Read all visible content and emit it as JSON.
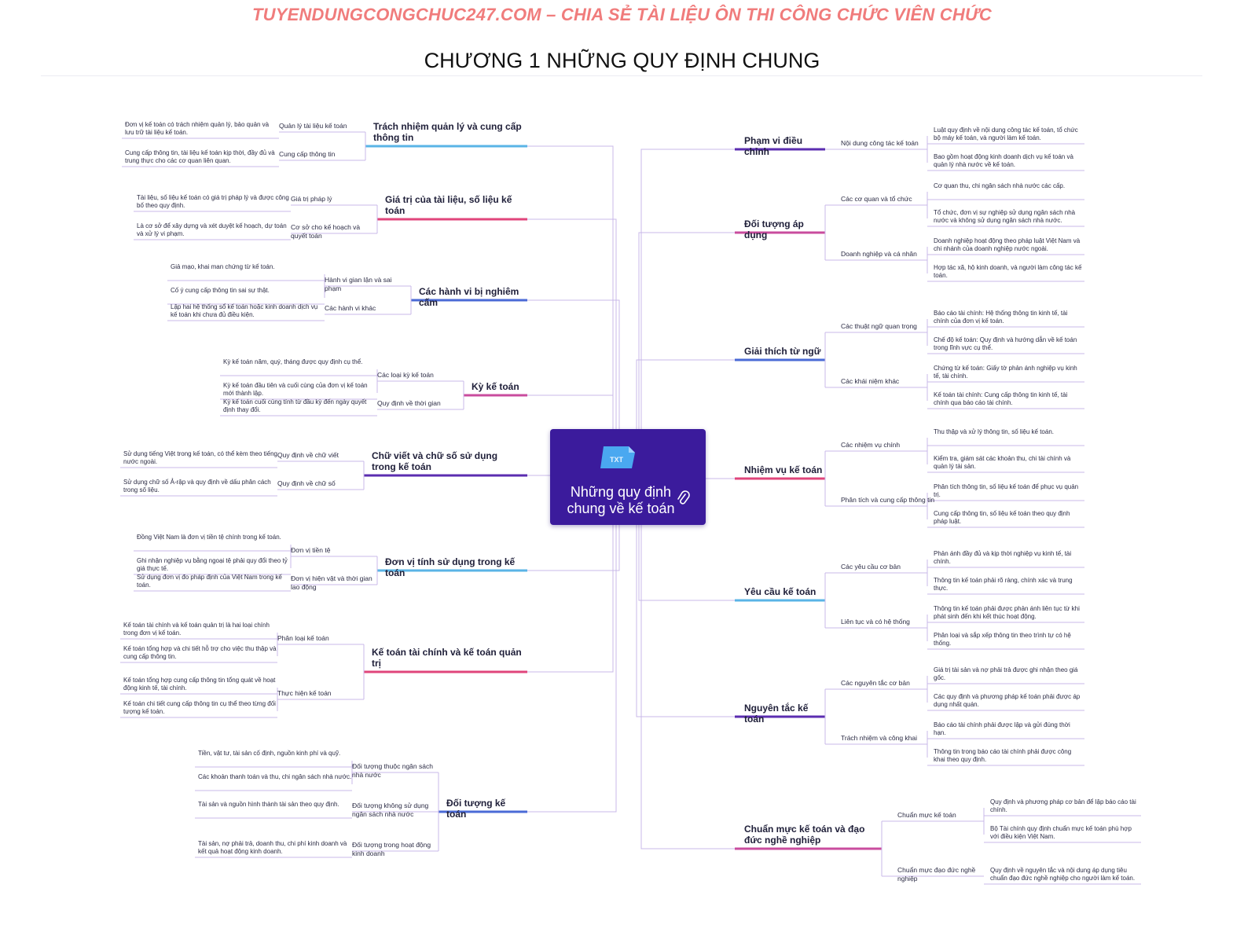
{
  "watermark": "TUYENDUNGCONGCHUC247.COM – CHIA SẺ TÀI LIỆU ÔN THI CÔNG CHỨC VIÊN CHỨC",
  "colors": {
    "watermark": "#f07c7c",
    "center_bg": "#3b1b9c",
    "line": "#c9b8e8"
  },
  "page_title": "CHƯƠNG 1 NHỮNG QUY ĐỊNH CHUNG",
  "center": {
    "label": "Những quy định chung về kế toán",
    "icon": "txt-file-icon",
    "attachment_icon": "paperclip-icon"
  },
  "left": [
    {
      "label": "Trách nhiệm quản lý và cung cấp thông tin",
      "color": "#5ab4e6",
      "subs": [
        {
          "label": "Quản lý tài liệu kế toán",
          "leaves": [
            "Đơn vị kế toán có trách nhiệm quản lý, bảo quản và lưu trữ tài liệu kế toán."
          ]
        },
        {
          "label": "Cung cấp thông tin",
          "leaves": [
            "Cung cấp thông tin, tài liệu kế toán kịp thời, đầy đủ và trung thực cho các cơ quan liên quan."
          ]
        }
      ]
    },
    {
      "label": "Giá trị của tài liệu, số liệu kế toán",
      "color": "#e0457b",
      "subs": [
        {
          "label": "Giá trị pháp lý",
          "leaves": [
            "Tài liệu, số liệu kế toán có giá trị pháp lý và được công bố theo quy định."
          ]
        },
        {
          "label": "Cơ sở cho kế hoạch và quyết toán",
          "leaves": [
            "Là cơ sở để xây dựng và xét duyệt kế hoạch, dự toán và xử lý vi phạm."
          ]
        }
      ]
    },
    {
      "label": "Các hành vi bị nghiêm cấm",
      "color": "#4a6ad6",
      "subs": [
        {
          "label": "Hành vi gian lận và sai phạm",
          "leaves": [
            "Giả mạo, khai man chứng từ kế toán.",
            "Cố ý cung cấp thông tin sai sự thật."
          ]
        },
        {
          "label": "Các hành vi khác",
          "leaves": [
            "Lập hai hệ thống sổ kế toán hoặc kinh doanh dịch vụ kế toán khi chưa đủ điều kiện."
          ]
        }
      ]
    },
    {
      "label": "Kỳ kế toán",
      "color": "#c94c9e",
      "subs": [
        {
          "label": "Các loại kỳ kế toán",
          "leaves": [
            "Kỳ kế toán năm, quý, tháng được quy định cụ thể.",
            "Kỳ kế toán đầu tiên và cuối cùng của đơn vị kế toán mới thành lập."
          ]
        },
        {
          "label": "Quy định về thời gian",
          "leaves": [
            "Kỳ kế toán cuối cùng tính từ đầu kỳ đến ngày quyết định thay đổi."
          ]
        }
      ]
    },
    {
      "label": "Chữ viết và chữ số sử dụng trong kế toán",
      "color": "#5b2db0",
      "subs": [
        {
          "label": "Quy định về chữ viết",
          "leaves": [
            "Sử dụng tiếng Việt trong kế toán, có thể kèm theo tiếng nước ngoài."
          ]
        },
        {
          "label": "Quy định về chữ số",
          "leaves": [
            "Sử dụng chữ số Ả-rập và quy định về dấu phân cách trong số liệu."
          ]
        }
      ]
    },
    {
      "label": "Đơn vị tính sử dụng trong kế toán",
      "color": "#5ab4e6",
      "subs": [
        {
          "label": "Đơn vị tiền tệ",
          "leaves": [
            "Đồng Việt Nam là đơn vị tiền tệ chính trong kế toán.",
            "Ghi nhận nghiệp vụ bằng ngoại tệ phải quy đổi theo tỷ giá thực tế."
          ]
        },
        {
          "label": "Đơn vị hiện vật và thời gian lao động",
          "leaves": [
            "Sử dụng đơn vị đo pháp định của Việt Nam trong kế toán."
          ]
        }
      ]
    },
    {
      "label": "Kế toán tài chính và kế toán quản trị",
      "color": "#e0457b",
      "subs": [
        {
          "label": "Phân loại kế toán",
          "leaves": [
            "Kế toán tài chính và kế toán quản trị là hai loại chính trong đơn vị kế toán.",
            "Kế toán tổng hợp và chi tiết hỗ trợ cho việc thu thập và cung cấp thông tin."
          ]
        },
        {
          "label": "Thực hiện kế toán",
          "leaves": [
            "Kế toán tổng hợp cung cấp thông tin tổng quát về hoạt động kinh tế, tài chính.",
            "Kế toán chi tiết cung cấp thông tin cụ thể theo từng đối tượng kế toán."
          ]
        }
      ]
    },
    {
      "label": "Đối tượng kế toán",
      "color": "#4a6ad6",
      "subs": [
        {
          "label": "Đối tượng thuộc ngân sách nhà nước",
          "leaves": [
            "Tiền, vật tư, tài sản cố định, nguồn kinh phí và quỹ.",
            "Các khoản thanh toán và thu, chi ngân sách nhà nước."
          ]
        },
        {
          "label": "Đối tượng không sử dụng ngân sách nhà nước",
          "leaves": [
            "Tài sản và nguồn hình thành tài sản theo quy định."
          ]
        },
        {
          "label": "Đối tượng trong hoạt động kinh doanh",
          "leaves": [
            "Tài sản, nợ phải trả, doanh thu, chi phí kinh doanh và kết quả hoạt động kinh doanh."
          ]
        }
      ]
    }
  ],
  "right": [
    {
      "label": "Phạm vi điều chỉnh",
      "color": "#5b2db0",
      "subs": [
        {
          "label": "Nội dung công tác kế toán",
          "leaves": [
            "Luật quy định về nội dung công tác kế toán, tổ chức bộ máy kế toán, và người làm kế toán.",
            "Bao gồm hoạt động kinh doanh dịch vụ kế toán và quản lý nhà nước về kế toán."
          ]
        }
      ]
    },
    {
      "label": "Đối tượng áp dụng",
      "color": "#c94c9e",
      "subs": [
        {
          "label": "Các cơ quan và tổ chức",
          "leaves": [
            "Cơ quan thu, chi ngân sách nhà nước các cấp.",
            "Tổ chức, đơn vị sự nghiệp sử dụng ngân sách nhà nước và không sử dụng ngân sách nhà nước."
          ]
        },
        {
          "label": "Doanh nghiệp và cá nhân",
          "leaves": [
            "Doanh nghiệp hoạt động theo pháp luật Việt Nam và chi nhánh của doanh nghiệp nước ngoài.",
            "Hợp tác xã, hộ kinh doanh, và người làm công tác kế toán."
          ]
        }
      ]
    },
    {
      "label": "Giải thích từ ngữ",
      "color": "#4a6ad6",
      "subs": [
        {
          "label": "Các thuật ngữ quan trọng",
          "leaves": [
            "Báo cáo tài chính: Hệ thống thông tin kinh tế, tài chính của đơn vị kế toán.",
            "Chế độ kế toán: Quy định và hướng dẫn về kế toán trong lĩnh vực cụ thể."
          ]
        },
        {
          "label": "Các khái niệm khác",
          "leaves": [
            "Chứng từ kế toán: Giấy tờ phản ánh nghiệp vụ kinh tế, tài chính.",
            "Kế toán tài chính: Cung cấp thông tin kinh tế, tài chính qua báo cáo tài chính."
          ]
        }
      ]
    },
    {
      "label": "Nhiệm vụ kế toán",
      "color": "#e0457b",
      "subs": [
        {
          "label": "Các nhiệm vụ chính",
          "leaves": [
            "Thu thập và xử lý thông tin, số liệu kế toán.",
            "Kiểm tra, giám sát các khoản thu, chi tài chính và quản lý tài sản."
          ]
        },
        {
          "label": "Phân tích và cung cấp thông tin",
          "leaves": [
            "Phân tích thông tin, số liệu kế toán để phục vụ quản trị.",
            "Cung cấp thông tin, số liệu kế toán theo quy định pháp luật."
          ]
        }
      ]
    },
    {
      "label": "Yêu cầu kế toán",
      "color": "#5ab4e6",
      "subs": [
        {
          "label": "Các yêu cầu cơ bản",
          "leaves": [
            "Phản ánh đầy đủ và kịp thời nghiệp vụ kinh tế, tài chính.",
            "Thông tin kế toán phải rõ ràng, chính xác và trung thực."
          ]
        },
        {
          "label": "Liên tục và có hệ thống",
          "leaves": [
            "Thông tin kế toán phải được phản ánh liên tục từ khi phát sinh đến khi kết thúc hoạt động.",
            "Phân loại và sắp xếp thông tin theo trình tự có hệ thống."
          ]
        }
      ]
    },
    {
      "label": "Nguyên tắc kế toán",
      "color": "#5b2db0",
      "subs": [
        {
          "label": "Các nguyên tắc cơ bản",
          "leaves": [
            "Giá trị tài sản và nợ phải trả được ghi nhận theo giá gốc.",
            "Các quy định và phương pháp kế toán phải được áp dụng nhất quán."
          ]
        },
        {
          "label": "Trách nhiệm và công khai",
          "leaves": [
            "Báo cáo tài chính phải được lập và gửi đúng thời hạn.",
            "Thông tin trong báo cáo tài chính phải được công khai theo quy định."
          ]
        }
      ]
    },
    {
      "label": "Chuẩn mực kế toán và đạo đức nghề nghiệp",
      "color": "#c94c9e",
      "subs": [
        {
          "label": "Chuẩn mực kế toán",
          "leaves": [
            "Quy định và phương pháp cơ bản để lập báo cáo tài chính.",
            "Bộ Tài chính quy định chuẩn mực kế toán phù hợp với điều kiện Việt Nam."
          ]
        },
        {
          "label": "Chuẩn mực đạo đức nghề nghiệp",
          "leaves": [
            "Quy định về nguyên tắc và nội dung áp dụng tiêu chuẩn đạo đức nghề nghiệp cho người làm kế toán."
          ]
        }
      ]
    }
  ]
}
